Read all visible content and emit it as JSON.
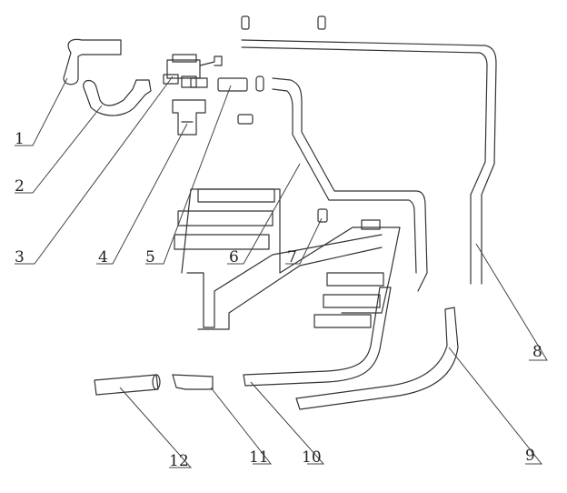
{
  "callouts": [
    {
      "id": "1",
      "label": "1"
    },
    {
      "id": "2",
      "label": "2"
    },
    {
      "id": "3",
      "label": "3"
    },
    {
      "id": "4",
      "label": "4"
    },
    {
      "id": "5",
      "label": "5"
    },
    {
      "id": "6",
      "label": "6"
    },
    {
      "id": "7",
      "label": "7"
    },
    {
      "id": "8",
      "label": "8"
    },
    {
      "id": "9",
      "label": "9"
    },
    {
      "id": "10",
      "label": "10"
    },
    {
      "id": "11",
      "label": "11"
    },
    {
      "id": "12",
      "label": "12"
    }
  ],
  "colors": {
    "line": "#333333",
    "background": "#ffffff"
  }
}
